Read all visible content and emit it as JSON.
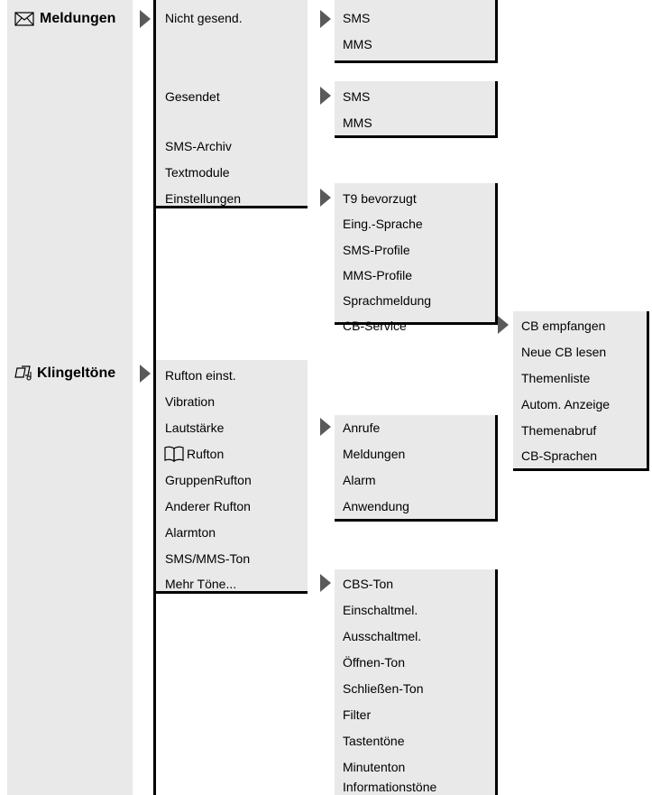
{
  "meldungen": {
    "title": "Meldungen",
    "icon": "envelope-icon",
    "items": [
      "Nicht gesend.",
      "Gesendet",
      "SMS-Archiv",
      "Textmodule",
      "Einstellungen"
    ],
    "nicht_gesendet_sub": [
      "SMS",
      "MMS"
    ],
    "gesendet_sub": [
      "SMS",
      "MMS"
    ],
    "einstellungen_sub": [
      "T9 bevorzugt",
      "Eing.-Sprache",
      "SMS-Profile",
      "MMS-Profile",
      "Sprachmeldung",
      "CB-Service"
    ],
    "cb_service_sub": [
      "CB empfangen",
      "Neue CB lesen",
      "Themenliste",
      "Autom. Anzeige",
      "Themenabruf",
      "CB-Sprachen"
    ]
  },
  "klingeltoene": {
    "title": "Klingeltöne",
    "icon": "ringtone-icon",
    "items": [
      "Rufton einst.",
      "Vibration",
      "Lautstärke",
      "Rufton",
      "GruppenRufton",
      "Anderer Rufton",
      "Alarmton",
      "SMS/MMS-Ton",
      "Mehr Töne..."
    ],
    "rufton_icon": "book-icon",
    "lautstaerke_sub": [
      "Anrufe",
      "Meldungen",
      "Alarm",
      "Anwendung"
    ],
    "mehr_toene_sub": [
      "CBS-Ton",
      "Einschaltmel.",
      "Ausschaltmel.",
      "Öffnen-Ton",
      "Schließen-Ton",
      "Filter",
      "Tastentöne",
      "Minutenton",
      "Informationstöne"
    ]
  }
}
